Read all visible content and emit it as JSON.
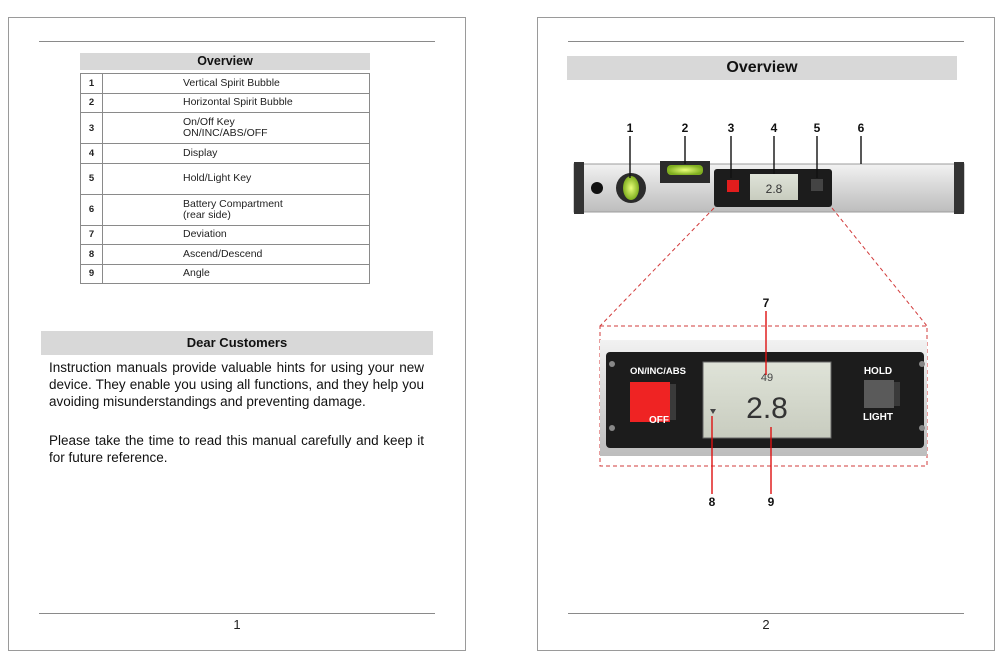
{
  "left_page": {
    "overview_title": "Overview",
    "overview_items": [
      {
        "num": "1",
        "label": "Vertical Spirit Bubble",
        "label2": ""
      },
      {
        "num": "2",
        "label": "Horizontal Spirit Bubble",
        "label2": ""
      },
      {
        "num": "3",
        "label": "On/Off Key",
        "label2": "ON/INC/ABS/OFF"
      },
      {
        "num": "4",
        "label": "Display",
        "label2": ""
      },
      {
        "num": "5",
        "label": "Hold/Light Key",
        "label2": ""
      },
      {
        "num": "6",
        "label": "Battery Compartment",
        "label2": "(rear side)"
      },
      {
        "num": "7",
        "label": "Deviation",
        "label2": ""
      },
      {
        "num": "8",
        "label": "Ascend/Descend",
        "label2": ""
      },
      {
        "num": "9",
        "label": "Angle",
        "label2": ""
      }
    ],
    "customers_title": "Dear Customers",
    "paragraph1": "Instruction manuals provide valuable hints for using your new device. They enable you using all functions, and they help you avoiding misunderstandings and preventing damage.",
    "paragraph2": "Please take the time to read this manual carefully and keep it for future reference.",
    "page_number": "1"
  },
  "right_page": {
    "overview_title": "Overview",
    "callouts_top": [
      "1",
      "2",
      "3",
      "4",
      "5",
      "6"
    ],
    "callouts_zoom": [
      "7",
      "8",
      "9"
    ],
    "device": {
      "power_key_label_top": "ON/INC/ABS",
      "power_key_label_bottom": "OFF",
      "hold_key_label_top": "HOLD",
      "hold_key_label_bottom": "LIGHT",
      "display_angle": "2.8",
      "display_deviation": "49"
    },
    "page_number": "2"
  }
}
